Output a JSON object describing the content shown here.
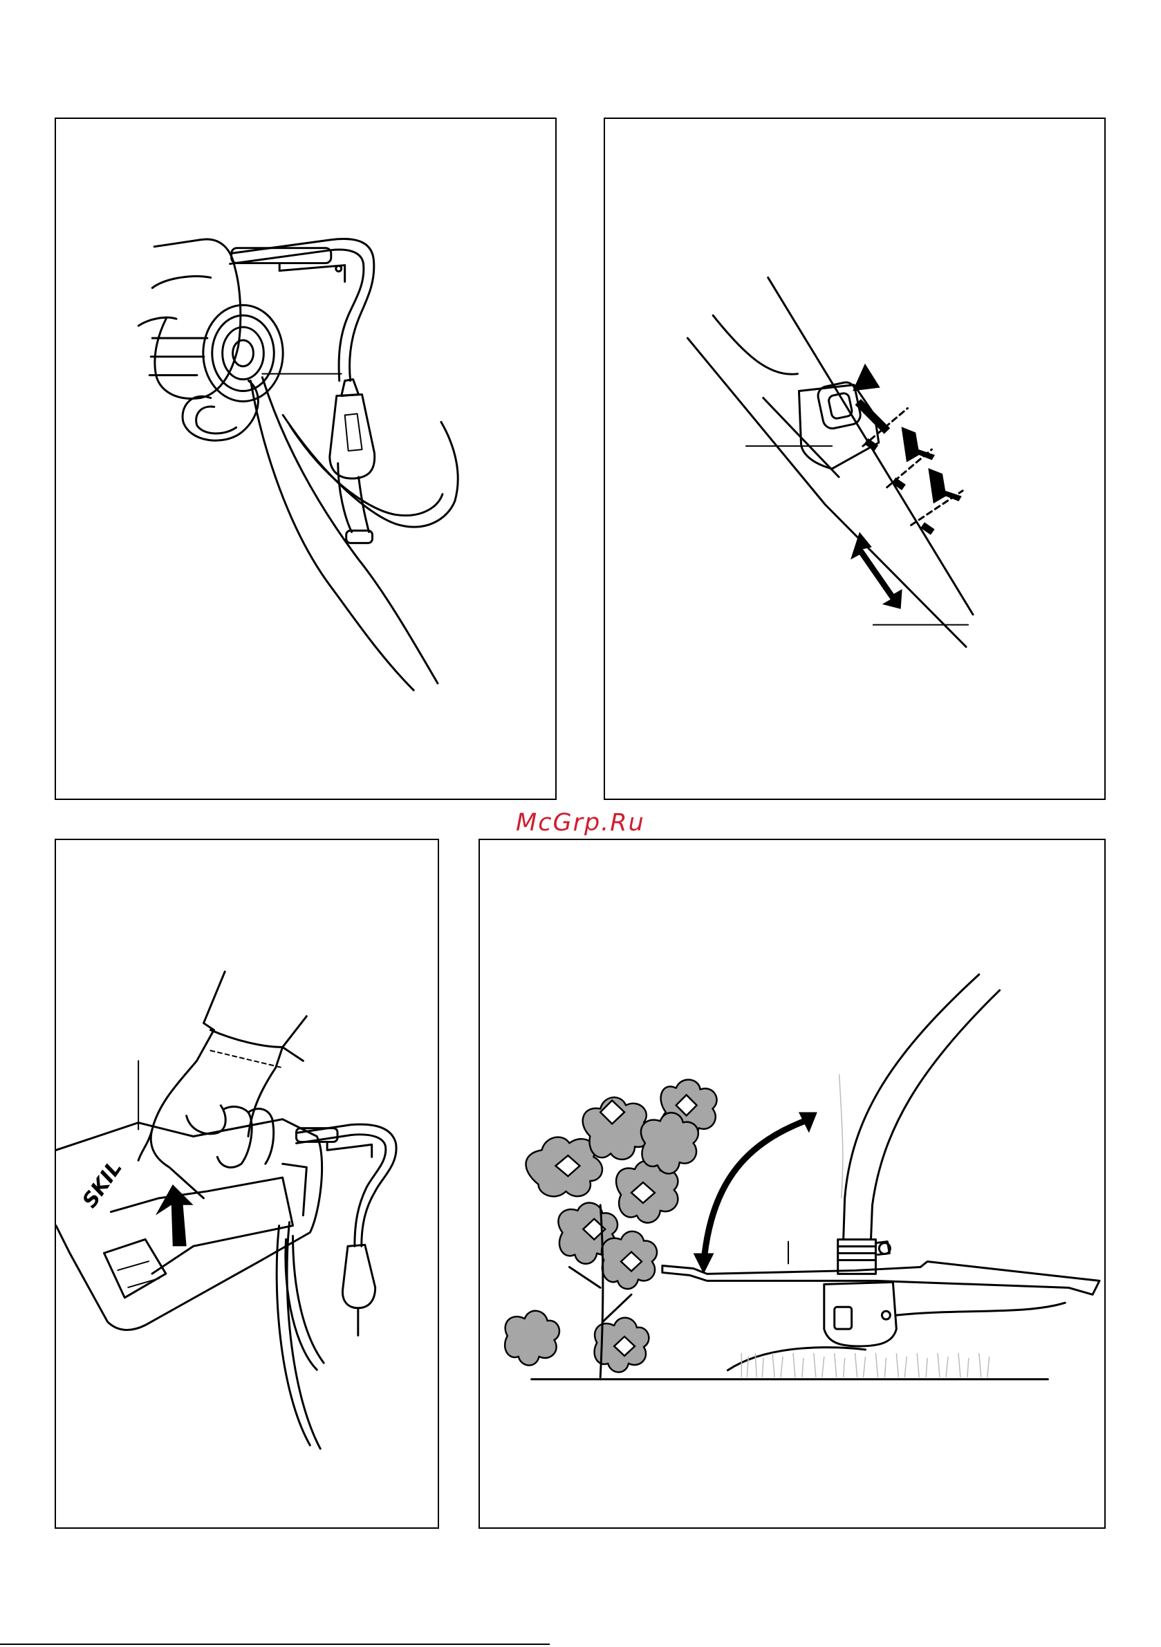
{
  "watermark": {
    "text": "McGrp.Ru",
    "color": "#d01e2e"
  },
  "illustrations": [
    {
      "id": "fig-cord-strain-relief",
      "icon": "plug-cord-icon"
    },
    {
      "id": "fig-shaft-length-adjust",
      "icon": "telescopic-shaft-icon"
    },
    {
      "id": "fig-switch-on",
      "icon": "hand-switch-icon",
      "brand_mark": "SKIL"
    },
    {
      "id": "fig-edge-trimming",
      "icon": "trimmer-guide-icon"
    }
  ],
  "colors": {
    "line": "#000000",
    "foliage": "#a6a6a6",
    "background": "#ffffff"
  }
}
